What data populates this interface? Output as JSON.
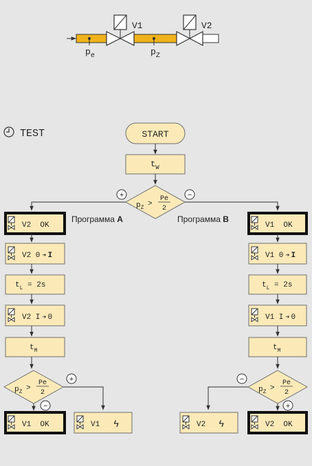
{
  "schematic": {
    "v1_label": "V1",
    "v2_label": "V2",
    "pe_label": "p",
    "pe_sub": "e",
    "pz_label": "p",
    "pz_sub": "Z",
    "colors": {
      "pipe_active": "#f0b21a",
      "pipe_inactive": "#ffffff"
    }
  },
  "flow": {
    "test_label": "TEST",
    "start_label": "START",
    "tw": {
      "main": "t",
      "sub": "W"
    },
    "decision": {
      "lhs": "p",
      "lhs_sub": "Z",
      "op": ">",
      "num": "Pe",
      "den": "2"
    },
    "plus": "+",
    "minus": "−",
    "program_a": {
      "prefix": "Программа ",
      "letter": "A"
    },
    "program_b": {
      "prefix": "Программа ",
      "letter": "B"
    },
    "left": {
      "ok": "V2  OK",
      "open": "V2 0",
      "open_arrow": "➔",
      "open_to": "I",
      "tl": {
        "main": "t",
        "sub": "L",
        "rest": " = 2s"
      },
      "close": "V2 I",
      "close_arrow": "➔",
      "close_to": "0",
      "tm": {
        "main": "t",
        "sub": "M"
      },
      "result_ok": "V1  OK",
      "result_fail": "V1",
      "fail_mark": "ϟ"
    },
    "right": {
      "ok": "V1  OK",
      "open": "V1 0",
      "open_arrow": "➔",
      "open_to": "I",
      "tl": {
        "main": "t",
        "sub": "L",
        "rest": " = 2s"
      },
      "close": "V1 I",
      "close_arrow": "➔",
      "close_to": "0",
      "tm": {
        "main": "t",
        "sub": "M"
      },
      "result_ok": "V2  OK",
      "result_fail": "V2",
      "fail_mark": "ϟ"
    },
    "icons": [
      "valve-solenoid-icon",
      "clock-icon"
    ]
  }
}
